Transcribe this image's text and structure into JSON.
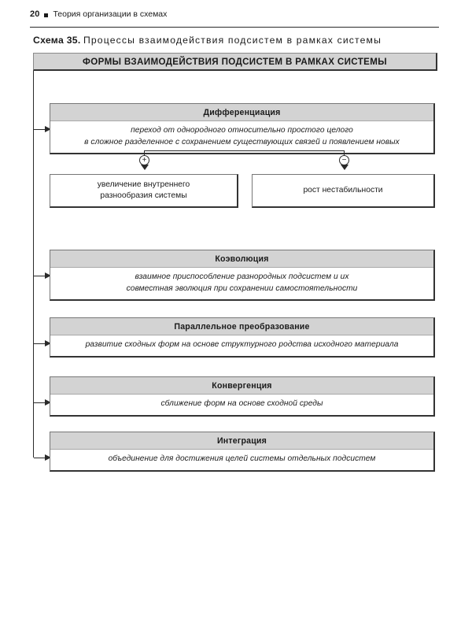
{
  "page": {
    "number": "20",
    "running_title": "Теория организации в схемах"
  },
  "scheme": {
    "label": "Схема 35.",
    "title": "Процессы взаимодействия подсистем в рамках системы"
  },
  "banner": {
    "text": "ФОРМЫ ВЗАИМОДЕЙСТВИЯ ПОДСИСТЕМ В РАМКАХ СИСТЕМЫ"
  },
  "colors": {
    "header_fill": "#d3d3d3",
    "border": "#333333",
    "page_background": "#ffffff",
    "text": "#1a1a1a"
  },
  "blocks": [
    {
      "title": "Дифференциация",
      "lines": [
        "переход от однородного относительно простого целого",
        "в сложное разделенное с сохранением существующих связей и появлением новых"
      ]
    },
    {
      "title": "Коэволюция",
      "lines": [
        "взаимное приспособление разнородных подсистем и их",
        "совместная эволюция при сохранении самостоятельности"
      ]
    },
    {
      "title": "Параллельное преобразование",
      "lines": [
        "развитие сходных форм на основе структурного родства исходного материала"
      ]
    },
    {
      "title": "Конвергенция",
      "lines": [
        "сближение форм на основе сходной среды"
      ]
    },
    {
      "title": "Интеграция",
      "lines": [
        "объединение для достижения целей системы отдельных подсистем"
      ]
    }
  ],
  "consequences": {
    "positive": {
      "sign": "+",
      "lines": [
        "увеличение внутреннего",
        "разнообразия системы"
      ]
    },
    "negative": {
      "sign": "−",
      "lines": [
        "рост нестабильности"
      ]
    }
  }
}
